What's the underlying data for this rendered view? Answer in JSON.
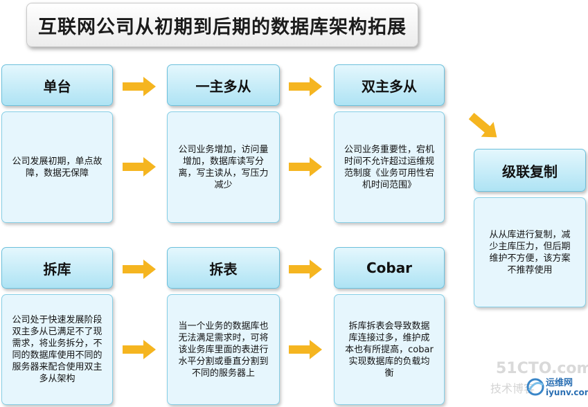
{
  "title": "互联网公司从初期到后期的数据库架构拓展",
  "stages": [
    {
      "header": "单台",
      "lines": [
        "公司发展初期，单点故",
        "障，数据无保障"
      ]
    },
    {
      "header": "一主多从",
      "lines": [
        "公司业务增加，访问量",
        "增加，数据库读写分",
        "离，写主读从，写压力",
        "减少"
      ]
    },
    {
      "header": "双主多从",
      "lines": [
        "公司业务重要性，宕机",
        "时间不允许超过运维规",
        "范制度《业务可用性宕",
        "机时间范围》"
      ]
    },
    {
      "header": "级联复制",
      "lines": [
        "从从库进行复制，减",
        "少主库压力，但后期",
        "维护不方便，该方案",
        "不推荐使用"
      ]
    },
    {
      "header": "拆库",
      "lines": [
        "公司处于快速发展阶段",
        "双主多从已满足不了现",
        "需求，将业务拆分，不",
        "同的数据库使用不同的",
        "服务器来配合使用双主",
        "多从架构"
      ]
    },
    {
      "header": "拆表",
      "lines": [
        "当一个业务的数据库也",
        "无法满足需求时，可将",
        "该业务库里面的表进行",
        "水平分割或垂直分割到",
        "不同的服务器上"
      ]
    },
    {
      "header": "Cobar",
      "lines": [
        "拆库拆表会导致数据",
        "库连接过多，维护成",
        "本也有所提高，cobar",
        "实现数据库的负载均",
        "衡"
      ]
    }
  ],
  "watermark": {
    "site": "51CTO.com",
    "blog": "技术博客",
    "brand": "运维网",
    "url": "iyunv.com"
  },
  "colors": {
    "header_top": "#e4f7fd",
    "header_bottom": "#aee3f4",
    "border": "#6cc0dc",
    "body_fill": "#e6f6fd",
    "arrow": "#f5b520"
  }
}
